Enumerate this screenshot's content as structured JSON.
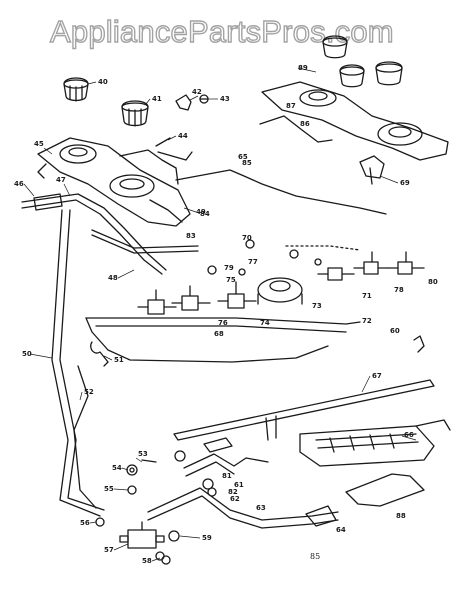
{
  "watermark": "AppliancePartsPros.com",
  "page_number": "85",
  "colors": {
    "ink": "#1a1a1a",
    "watermark": "#9a9a9a",
    "background": "#ffffff"
  },
  "callouts": [
    "40",
    "41",
    "42",
    "43",
    "44",
    "45",
    "46",
    "47",
    "48",
    "49",
    "50",
    "51",
    "52",
    "53",
    "54",
    "55",
    "56",
    "57",
    "58",
    "59",
    "60",
    "61",
    "62",
    "63",
    "64",
    "65",
    "66",
    "67",
    "68",
    "69",
    "70",
    "71",
    "72",
    "73",
    "74",
    "75",
    "76",
    "77",
    "78",
    "79",
    "80",
    "81",
    "82",
    "83",
    "84",
    "85",
    "86",
    "87",
    "88",
    "89"
  ]
}
